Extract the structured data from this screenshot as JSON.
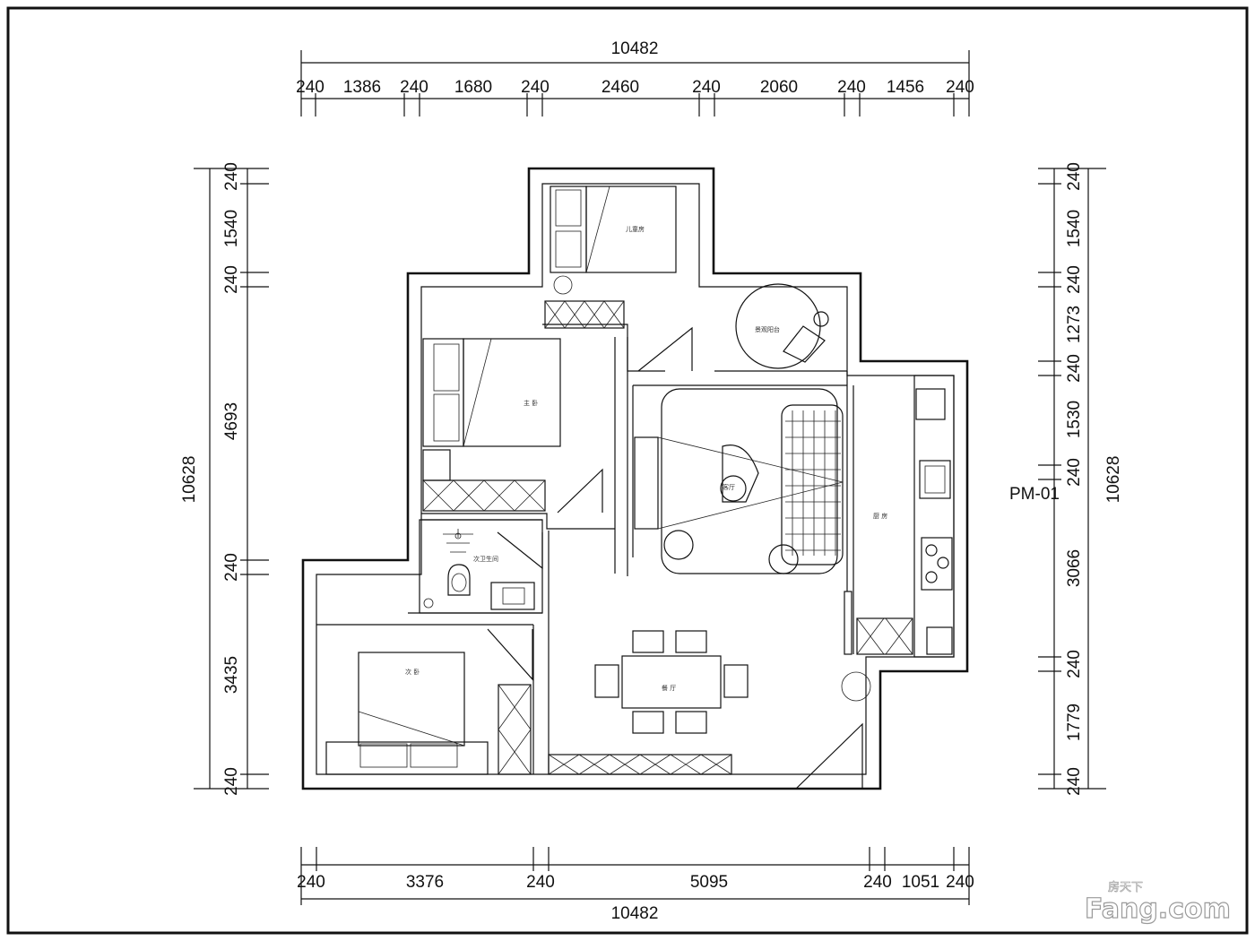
{
  "top_dims": {
    "total": "10482",
    "segments": [
      "240",
      "1386",
      "240",
      "1680",
      "240",
      "2460",
      "240",
      "2060",
      "240",
      "1456",
      "240"
    ]
  },
  "bottom_dims": {
    "total": "10482",
    "segments": [
      "240",
      "3376",
      "240",
      "5095",
      "240",
      "1051",
      "240"
    ]
  },
  "left_dims": {
    "total": "10628",
    "segments": [
      "240",
      "1540",
      "240",
      "4693",
      "240",
      "3435",
      "240"
    ]
  },
  "right_dims": {
    "total": "10628",
    "segments": [
      "240",
      "1540",
      "240",
      "1273",
      "240",
      "1530",
      "240",
      "3066",
      "240",
      "1779",
      "240"
    ]
  },
  "rooms": {
    "children_room": "儿童房",
    "master_bedroom": "主 卧",
    "secondary_bedroom": "次 卧",
    "bathroom": "次卫生间",
    "living_room": "客厅",
    "dining_room": "餐 厅",
    "kitchen": "厨 房",
    "balcony": "景观阳台"
  },
  "drawing_code": "PM-01",
  "watermark": {
    "logo_text": "Fang.com",
    "logo_chinese": "房天下"
  }
}
